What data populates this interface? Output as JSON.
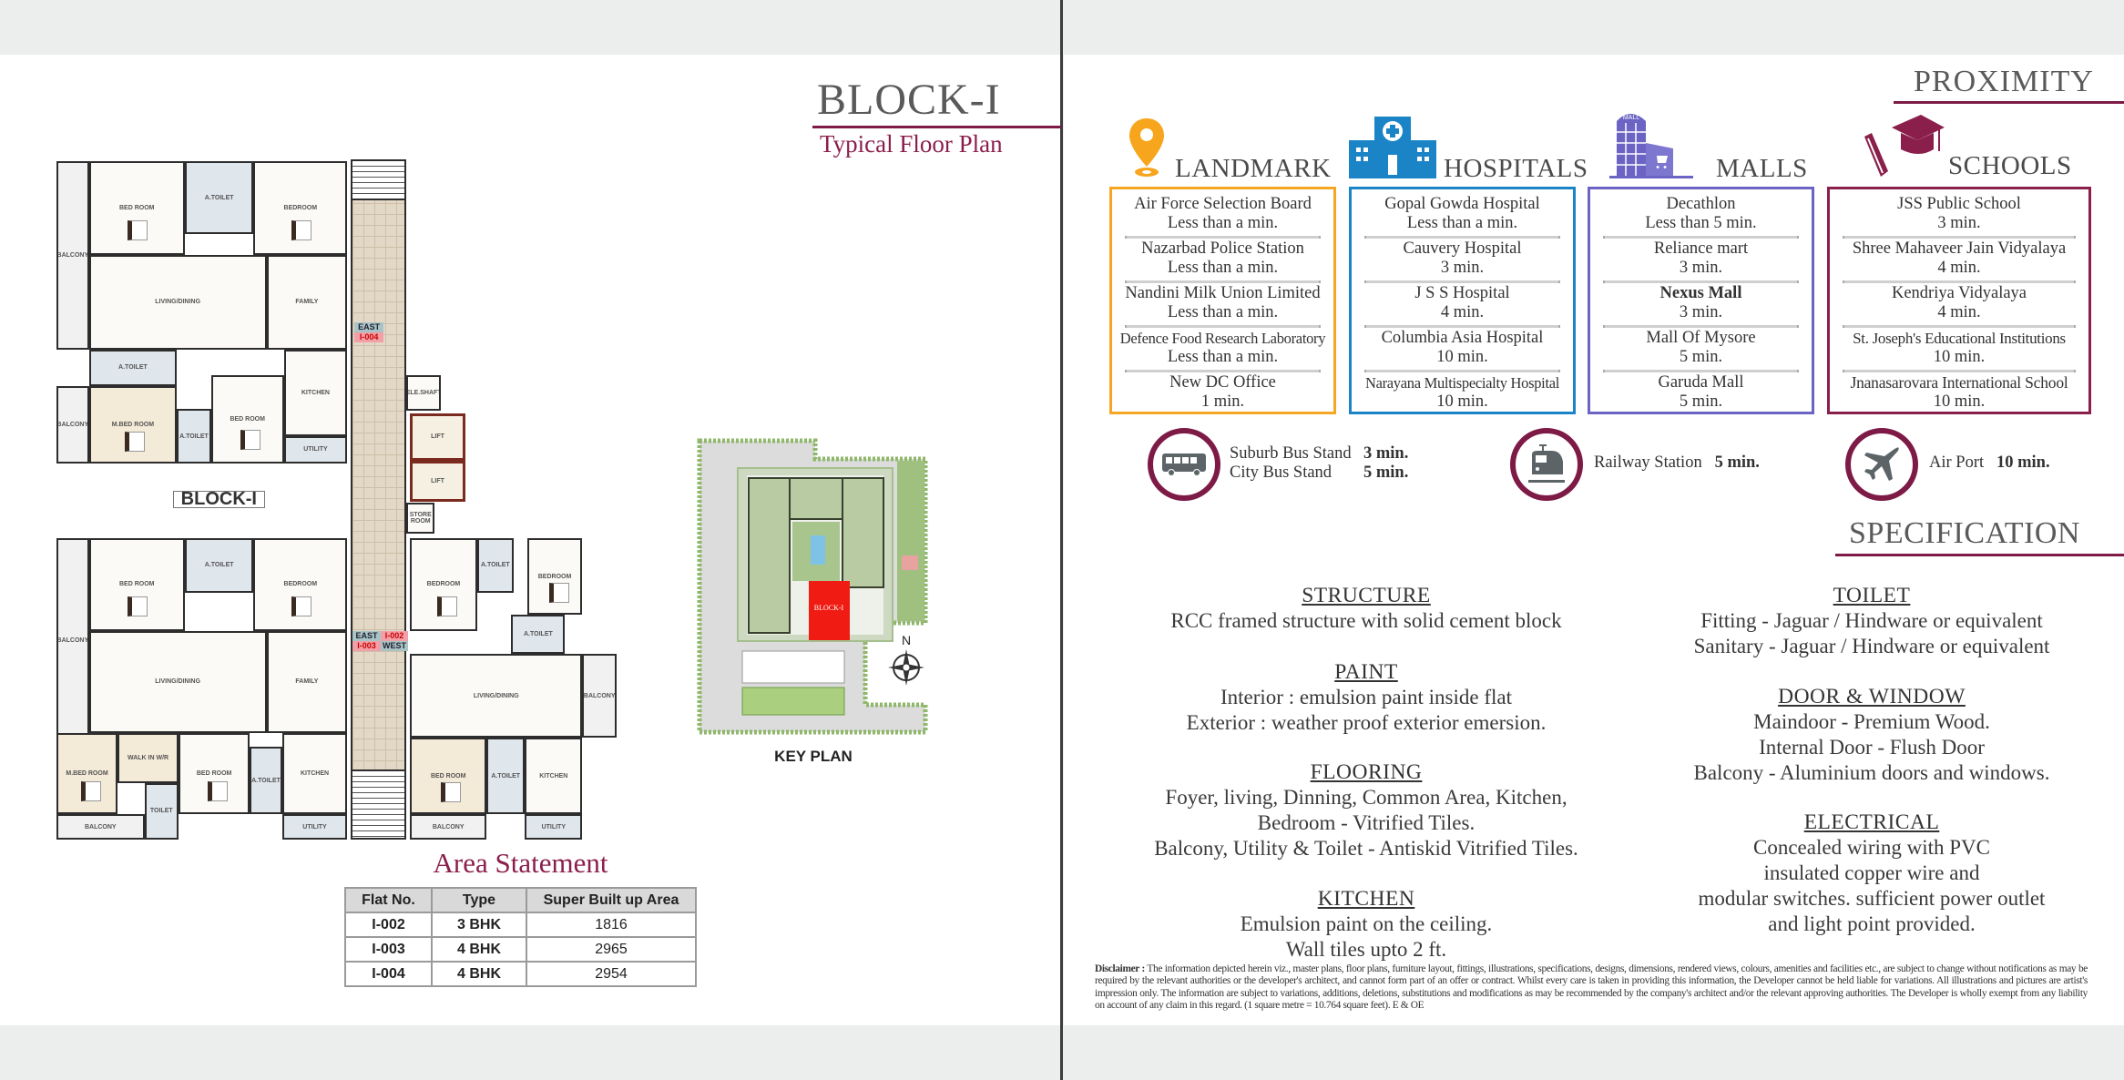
{
  "left_page": {
    "title": "BLOCK-I",
    "subtitle": "Typical Floor Plan",
    "floor_plan": {
      "block_label": "BLOCK-I",
      "tag_east": "EAST",
      "tag_west": "WEST",
      "unit_i004": "I-004",
      "unit_i002": "I-002",
      "unit_i003": "I-003",
      "rooms": [
        "BALCONY",
        "BED ROOM",
        "A.TOILET",
        "BEDROOM",
        "LIVING/DINING",
        "FAMILY",
        "A.TOILET",
        "M.BED ROOM",
        "BALCONY",
        "A.TOILET",
        "BED ROOM",
        "KITCHEN",
        "UTILITY",
        "LIFT",
        "LIFT",
        "BALCONY",
        "BED ROOM",
        "A.TOILET",
        "BEDROOM",
        "LIVING/DINING",
        "FAMILY",
        "M.BED ROOM",
        "WALK IN W/R",
        "TOILET",
        "BED ROOM",
        "A.TOILET",
        "KITCHEN",
        "BALCONY",
        "UTILITY",
        "BEDROOM",
        "A.TOILET",
        "BEDROOM",
        "A.TOILET",
        "LIVING/DINING",
        "BALCONY",
        "BED ROOM",
        "A.TOILET",
        "KITCHEN",
        "BALCONY",
        "UTILITY",
        "ELE.SHAFT",
        "STORE ROOM"
      ]
    },
    "key_plan": {
      "label": "KEY PLAN",
      "block_label": "BLOCK-I",
      "north": "N"
    },
    "area_statement": {
      "title": "Area Statement",
      "columns": [
        "Flat No.",
        "Type",
        "Super Built up Area"
      ],
      "rows": [
        [
          "I-002",
          "3 BHK",
          "1816"
        ],
        [
          "I-003",
          "4 BHK",
          "2965"
        ],
        [
          "I-004",
          "4 BHK",
          "2954"
        ]
      ]
    }
  },
  "right_page": {
    "proximity": {
      "title": "PROXIMITY",
      "categories": [
        {
          "heading": "LANDMARK",
          "icon": "map-pin-icon",
          "color": "#f5a623",
          "items": [
            {
              "name": "Air Force Selection Board",
              "time": "Less than a min."
            },
            {
              "name": "Nazarbad Police Station",
              "time": "Less than a min."
            },
            {
              "name": "Nandini Milk Union Limited",
              "time": "Less than a min."
            },
            {
              "name": "Defence Food Research Laboratory",
              "time": "Less than a min."
            },
            {
              "name": "New DC Office",
              "time": "1 min."
            }
          ]
        },
        {
          "heading": "HOSPITALS",
          "icon": "hospital-icon",
          "color": "#1b84c6",
          "items": [
            {
              "name": "Gopal Gowda Hospital",
              "time": "Less than a min."
            },
            {
              "name": "Cauvery Hospital",
              "time": "3 min."
            },
            {
              "name": "J S S Hospital",
              "time": "4 min."
            },
            {
              "name": "Columbia Asia Hospital",
              "time": "10 min."
            },
            {
              "name": "Narayana Multispecialty Hospital",
              "time": "10 min."
            }
          ]
        },
        {
          "heading": "MALLS",
          "icon": "mall-icon",
          "color": "#6b64c4",
          "items": [
            {
              "name": "Decathlon",
              "time": "Less than 5 min."
            },
            {
              "name": "Reliance mart",
              "time": "3 min."
            },
            {
              "name": "Nexus Mall",
              "time": "3 min."
            },
            {
              "name": "Mall Of Mysore",
              "time": "5 min."
            },
            {
              "name": "Garuda Mall",
              "time": "5 min."
            }
          ]
        },
        {
          "heading": "SCHOOLS",
          "icon": "graduation-cap-icon",
          "color": "#8b1f4c",
          "items": [
            {
              "name": "JSS Public School",
              "time": "3 min."
            },
            {
              "name": "Shree Mahaveer Jain Vidyalaya",
              "time": "4 min."
            },
            {
              "name": "Kendriya Vidyalaya",
              "time": "4 min."
            },
            {
              "name": "St. Joseph's Educational Institutions",
              "time": "10 min."
            },
            {
              "name": "Jnanasarovara International School",
              "time": "10 min."
            }
          ]
        }
      ],
      "transport": {
        "bus": [
          {
            "name": "Suburb Bus Stand",
            "time": "3 min."
          },
          {
            "name": "City Bus Stand",
            "time": "5 min."
          }
        ],
        "rail": {
          "name": "Railway Station",
          "time": "5 min."
        },
        "air": {
          "name": "Air Port",
          "time": "10 min."
        }
      }
    },
    "specification": {
      "title": "SPECIFICATION",
      "structure": {
        "heading": "STRUCTURE",
        "lines": [
          "RCC framed structure with solid cement block"
        ]
      },
      "paint": {
        "heading": "PAINT",
        "lines": [
          "Interior : emulsion paint inside flat",
          "Exterior : weather proof exterior emersion."
        ]
      },
      "flooring": {
        "heading": "FLOORING",
        "lines": [
          "Foyer, living, Dinning, Common Area, Kitchen,",
          "Bedroom - Vitrified Tiles.",
          "Balcony, Utility & Toilet - Antiskid Vitrified Tiles."
        ]
      },
      "kitchen": {
        "heading": "KITCHEN",
        "lines": [
          "Emulsion paint on the ceiling.",
          "Wall tiles upto 2 ft."
        ]
      },
      "toilet": {
        "heading": "TOILET",
        "lines": [
          "Fitting - Jaguar / Hindware or equivalent",
          "Sanitary - Jaguar / Hindware or equivalent"
        ]
      },
      "door_window": {
        "heading": "DOOR & WINDOW",
        "lines": [
          "Maindoor - Premium Wood.",
          "Internal Door - Flush Door",
          "Balcony - Aluminium doors and windows."
        ]
      },
      "electrical": {
        "heading": "ELECTRICAL",
        "lines": [
          "Concealed wiring with PVC",
          "insulated copper wire and",
          "modular switches. sufficient power outlet",
          "and light point provided."
        ]
      }
    },
    "disclaimer": {
      "label": "Disclaimer :",
      "text": "The information depicted herein viz., master plans, floor plans, furniture layout, fittings, illustrations, specifications, designs, dimensions, rendered views, colours, amenities and facilities etc., are subject to change without notifications as may be required by the relevant authorities or the developer's architect, and cannot form part of an offer or contract. Whilst every care is taken in providing this information, the Developer cannot be held liable for variations. All illustrations and pictures are artist's impression only. The information are subject to variations, additions, deletions, substitutions and modifications as may be recommended by the company's architect and/or the relevant approving authorities. The Developer is wholly exempt from any liability on account of any claim in this regard.  (1 square metre = 10.764 square feet). E & OE"
    }
  }
}
